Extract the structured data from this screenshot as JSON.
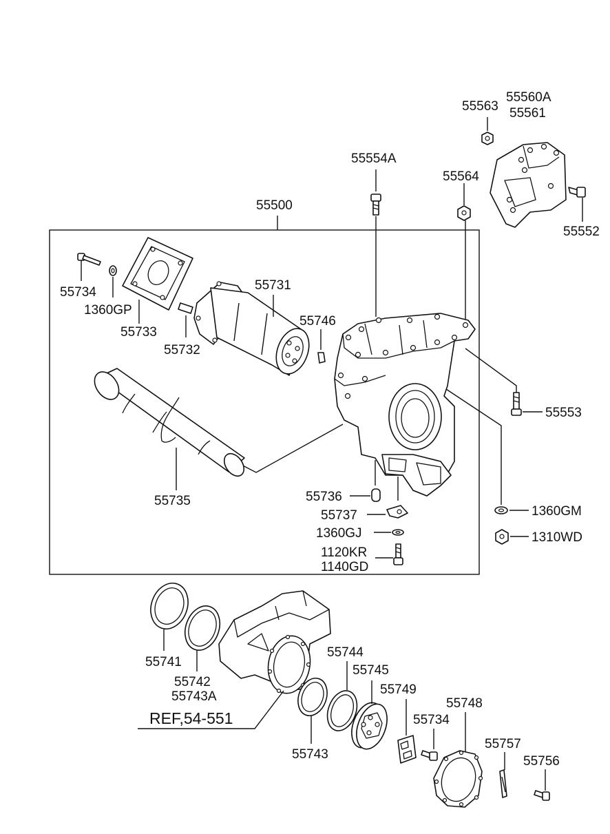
{
  "labels": {
    "p55563": "55563",
    "p55560A": "55560A",
    "p55561": "55561",
    "p55554A": "55554A",
    "p55564": "55564",
    "p55500": "55500",
    "p55552": "55552",
    "p55734a": "55734",
    "p1360GP": "1360GP",
    "p55733": "55733",
    "p55731": "55731",
    "p55746": "55746",
    "p55732": "55732",
    "p55553": "55553",
    "p55735": "55735",
    "p55736": "55736",
    "p55737": "55737",
    "p1360GJ": "1360GJ",
    "p1120KR": "1120KR",
    "p1140GD": "1140GD",
    "p1360GM": "1360GM",
    "p1310WD": "1310WD",
    "p55741": "55741",
    "p55742": "55742",
    "p55743A": "55743A",
    "p55744": "55744",
    "p55745": "55745",
    "p55749": "55749",
    "p55748": "55748",
    "p55734b": "55734",
    "p55757": "55757",
    "p55756": "55756",
    "p55743": "55743",
    "ref": "REF,54-551"
  }
}
